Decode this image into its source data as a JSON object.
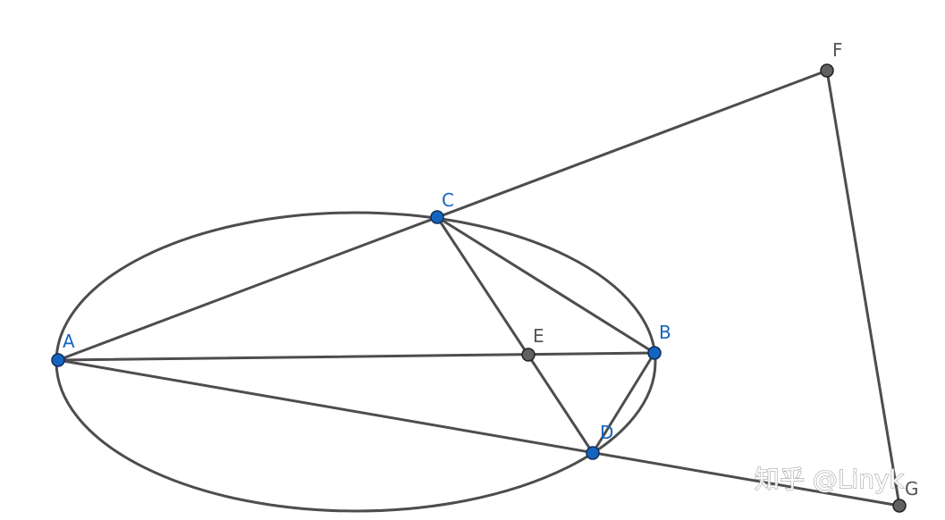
{
  "diagram": {
    "points": [
      {
        "id": "A",
        "label": "A",
        "color": "#1565c0"
      },
      {
        "id": "B",
        "label": "B",
        "color": "#1565c0"
      },
      {
        "id": "C",
        "label": "C",
        "color": "#1565c0"
      },
      {
        "id": "D",
        "label": "D",
        "color": "#1565c0"
      },
      {
        "id": "E",
        "label": "E",
        "color": "#616161"
      },
      {
        "id": "F",
        "label": "F",
        "color": "#616161"
      },
      {
        "id": "G",
        "label": "G",
        "color": "#616161"
      }
    ],
    "segments": [
      [
        "A",
        "F"
      ],
      [
        "A",
        "G"
      ],
      [
        "A",
        "B"
      ],
      [
        "C",
        "D"
      ],
      [
        "C",
        "B"
      ],
      [
        "B",
        "D"
      ],
      [
        "F",
        "G"
      ]
    ],
    "line_color": "#4d4d4d"
  },
  "watermark": {
    "text": "知乎 @Linyk"
  }
}
